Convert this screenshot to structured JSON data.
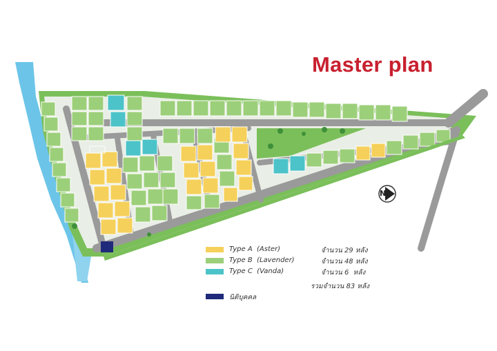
{
  "title": "Master plan",
  "colors": {
    "type_a": "#f5d05a",
    "type_b": "#9ccf7a",
    "type_c": "#4cc3c8",
    "juristic": "#1f2a7a",
    "road": "#9a9a9a",
    "water": "#6cc5e8",
    "boundary": "#6eaf4f",
    "title": "#c8202f"
  },
  "legend": {
    "items": [
      {
        "swatch": "type_a",
        "label": "Type A  (Aster)",
        "count": "จำนวน 29 หลัง"
      },
      {
        "swatch": "type_b",
        "label": "Type B  (Lavender)",
        "count": "จำนวน 48 หลัง"
      },
      {
        "swatch": "type_c",
        "label": "Type C  (Vanda)",
        "count": "จำนวน 6  หลัง"
      }
    ],
    "total": "รวมจำนวน 83 หลัง",
    "juristic_label": "นิติบุคคล"
  },
  "compass": {
    "letter": "N"
  }
}
